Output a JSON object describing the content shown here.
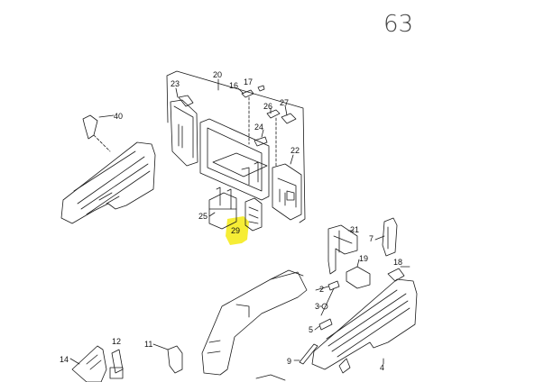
{
  "page_number": "63",
  "highlight_color": "#f5ec2a",
  "line_color": "#1a1a1a",
  "parts": {
    "p20": "20",
    "p23": "23",
    "p16": "16",
    "p17": "17",
    "p26": "26",
    "p27": "27",
    "p24": "24",
    "p22": "22",
    "p40": "40",
    "p25": "25",
    "p29": "29",
    "p21": "21",
    "p7": "7",
    "p19": "19",
    "p18": "18",
    "p2": "2",
    "p3": "3",
    "p5": "5",
    "p9": "9",
    "p4": "4",
    "p11": "11",
    "p12": "12",
    "p14": "14"
  }
}
